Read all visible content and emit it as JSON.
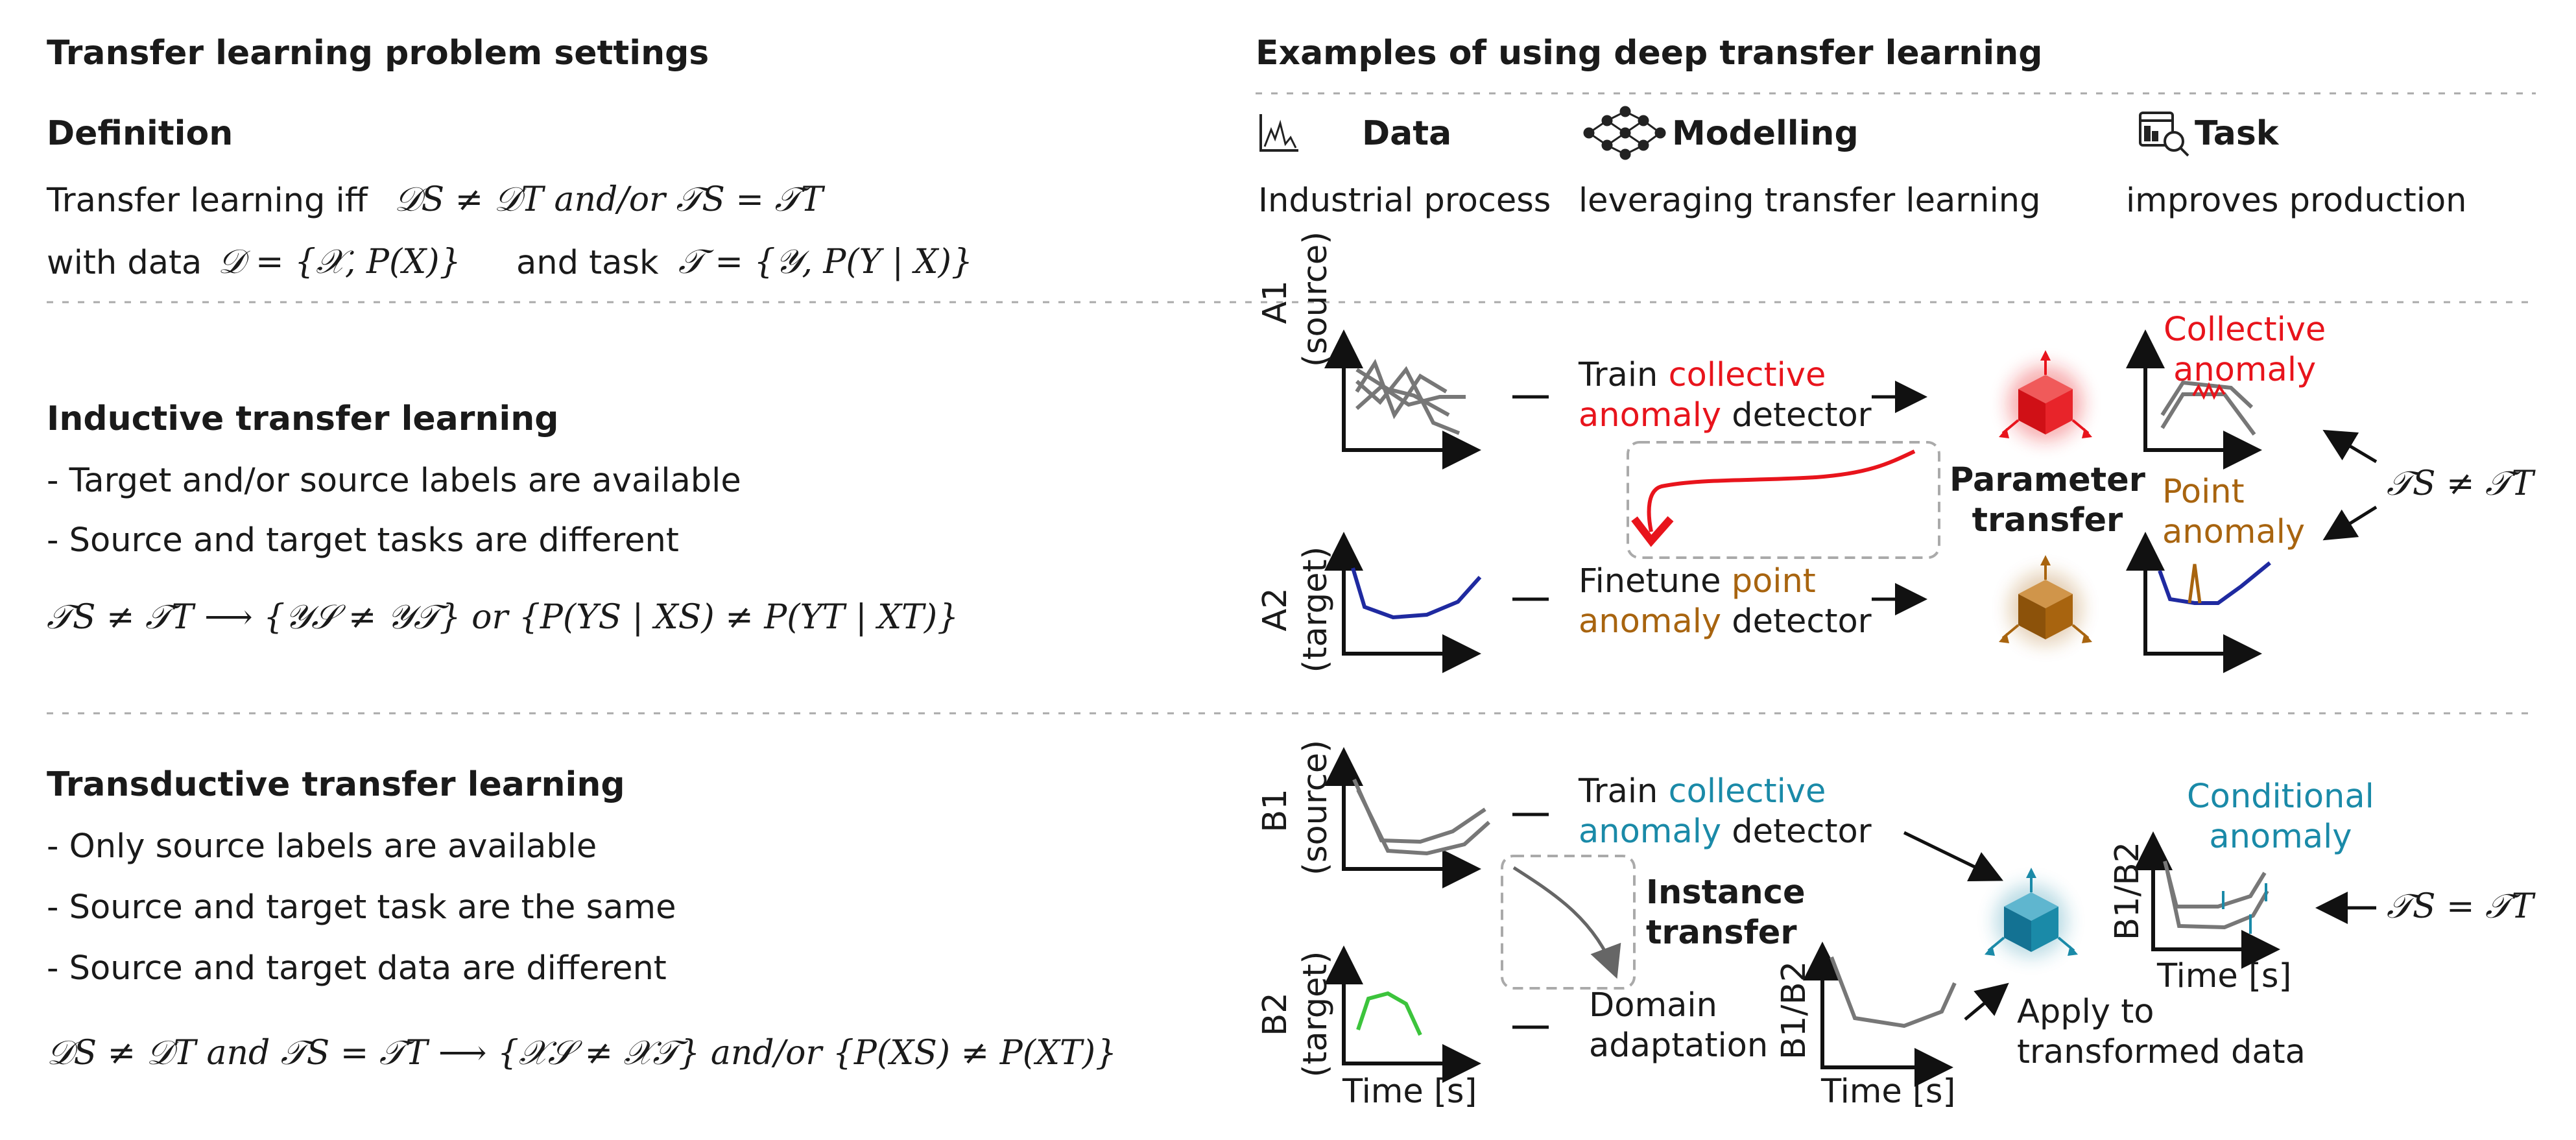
{
  "left": {
    "title": "Transfer learning problem settings",
    "definition": {
      "heading": "Definition",
      "line1_text": "Transfer learning iff",
      "line1_math": "𝒟S ≠ 𝒟T and/or 𝒯S = 𝒯T",
      "line2_text_a": "with data",
      "line2_math_a": "𝒟 = {𝒳, P(X)}",
      "line2_text_b": "and task",
      "line2_math_b": "𝒯 = {𝒴, P(Y | X)}"
    },
    "inductive": {
      "heading": "Inductive transfer learning",
      "bullets": [
        "- Target and/or source labels are available",
        "- Source and target tasks are different"
      ],
      "formula": "𝒯S ≠ 𝒯T ⟶ {𝒴𝒮 ≠ 𝒴𝒯} or {P(YS | XS) ≠ P(YT | XT)}"
    },
    "transductive": {
      "heading": "Transductive transfer learning",
      "bullets": [
        "- Only source labels are available",
        "- Source and target task are the same",
        "- Source and target data are different"
      ],
      "formula": "𝒟S ≠ 𝒟T and 𝒯S = 𝒯T ⟶ {𝒳𝒮 ≠ 𝒳𝒯} and/or {P(XS) ≠ P(XT)}"
    }
  },
  "right": {
    "title": "Examples of using deep transfer learning",
    "columns": [
      {
        "icon": "signal-chart-icon",
        "heading": "Data",
        "caption": "Industrial process"
      },
      {
        "icon": "neural-network-icon",
        "heading": "Modelling",
        "caption": "leveraging transfer learning"
      },
      {
        "icon": "analysis-report-icon",
        "heading": "Task",
        "caption": "improves production"
      }
    ],
    "parameter_section": {
      "a1_label": "A1",
      "a1_sub": "(source)",
      "a2_label": "A2",
      "a2_sub": "(target)",
      "train_prefix": "Train",
      "train_colored": "collective",
      "train_colored2": "anomaly",
      "train_suffix": "detector",
      "finetune_prefix": "Finetune",
      "finetune_colored": "point",
      "finetune_colored2": "anomaly",
      "finetune_suffix": "detector",
      "transfer_line1": "Parameter",
      "transfer_line2": "transfer",
      "collective_line1": "Collective",
      "collective_line2": "anomaly",
      "point_line1": "Point",
      "point_line2": "anomaly",
      "task_relation": "𝒯S ≠ 𝒯T"
    },
    "instance_section": {
      "b1_label": "B1",
      "b1_sub": "(source)",
      "b2_label": "B2",
      "b2_sub": "(target)",
      "train_prefix": "Train",
      "train_colored": "collective",
      "train_colored2": "anomaly",
      "train_suffix": "detector",
      "transfer_line1": "Instance",
      "transfer_line2": "transfer",
      "domain_line1": "Domain",
      "domain_line2": "adaptation",
      "b1b2_label": "B1/B2",
      "b1b2_label_right": "B1/B2",
      "apply_line1": "Apply to",
      "apply_line2": "transformed data",
      "conditional_line1": "Conditional",
      "conditional_line2": "anomaly",
      "time_axis_b2": "Time [s]",
      "time_axis_mid": "Time [s]",
      "time_axis_right": "Time [s]",
      "task_relation": "𝒯S = 𝒯T"
    },
    "colors": {
      "collective": "#e8141c",
      "point": "#a8640f",
      "conditional": "#1a8aa8",
      "target_series": "#1f2aa0",
      "b2_series": "#3cc43c"
    }
  }
}
